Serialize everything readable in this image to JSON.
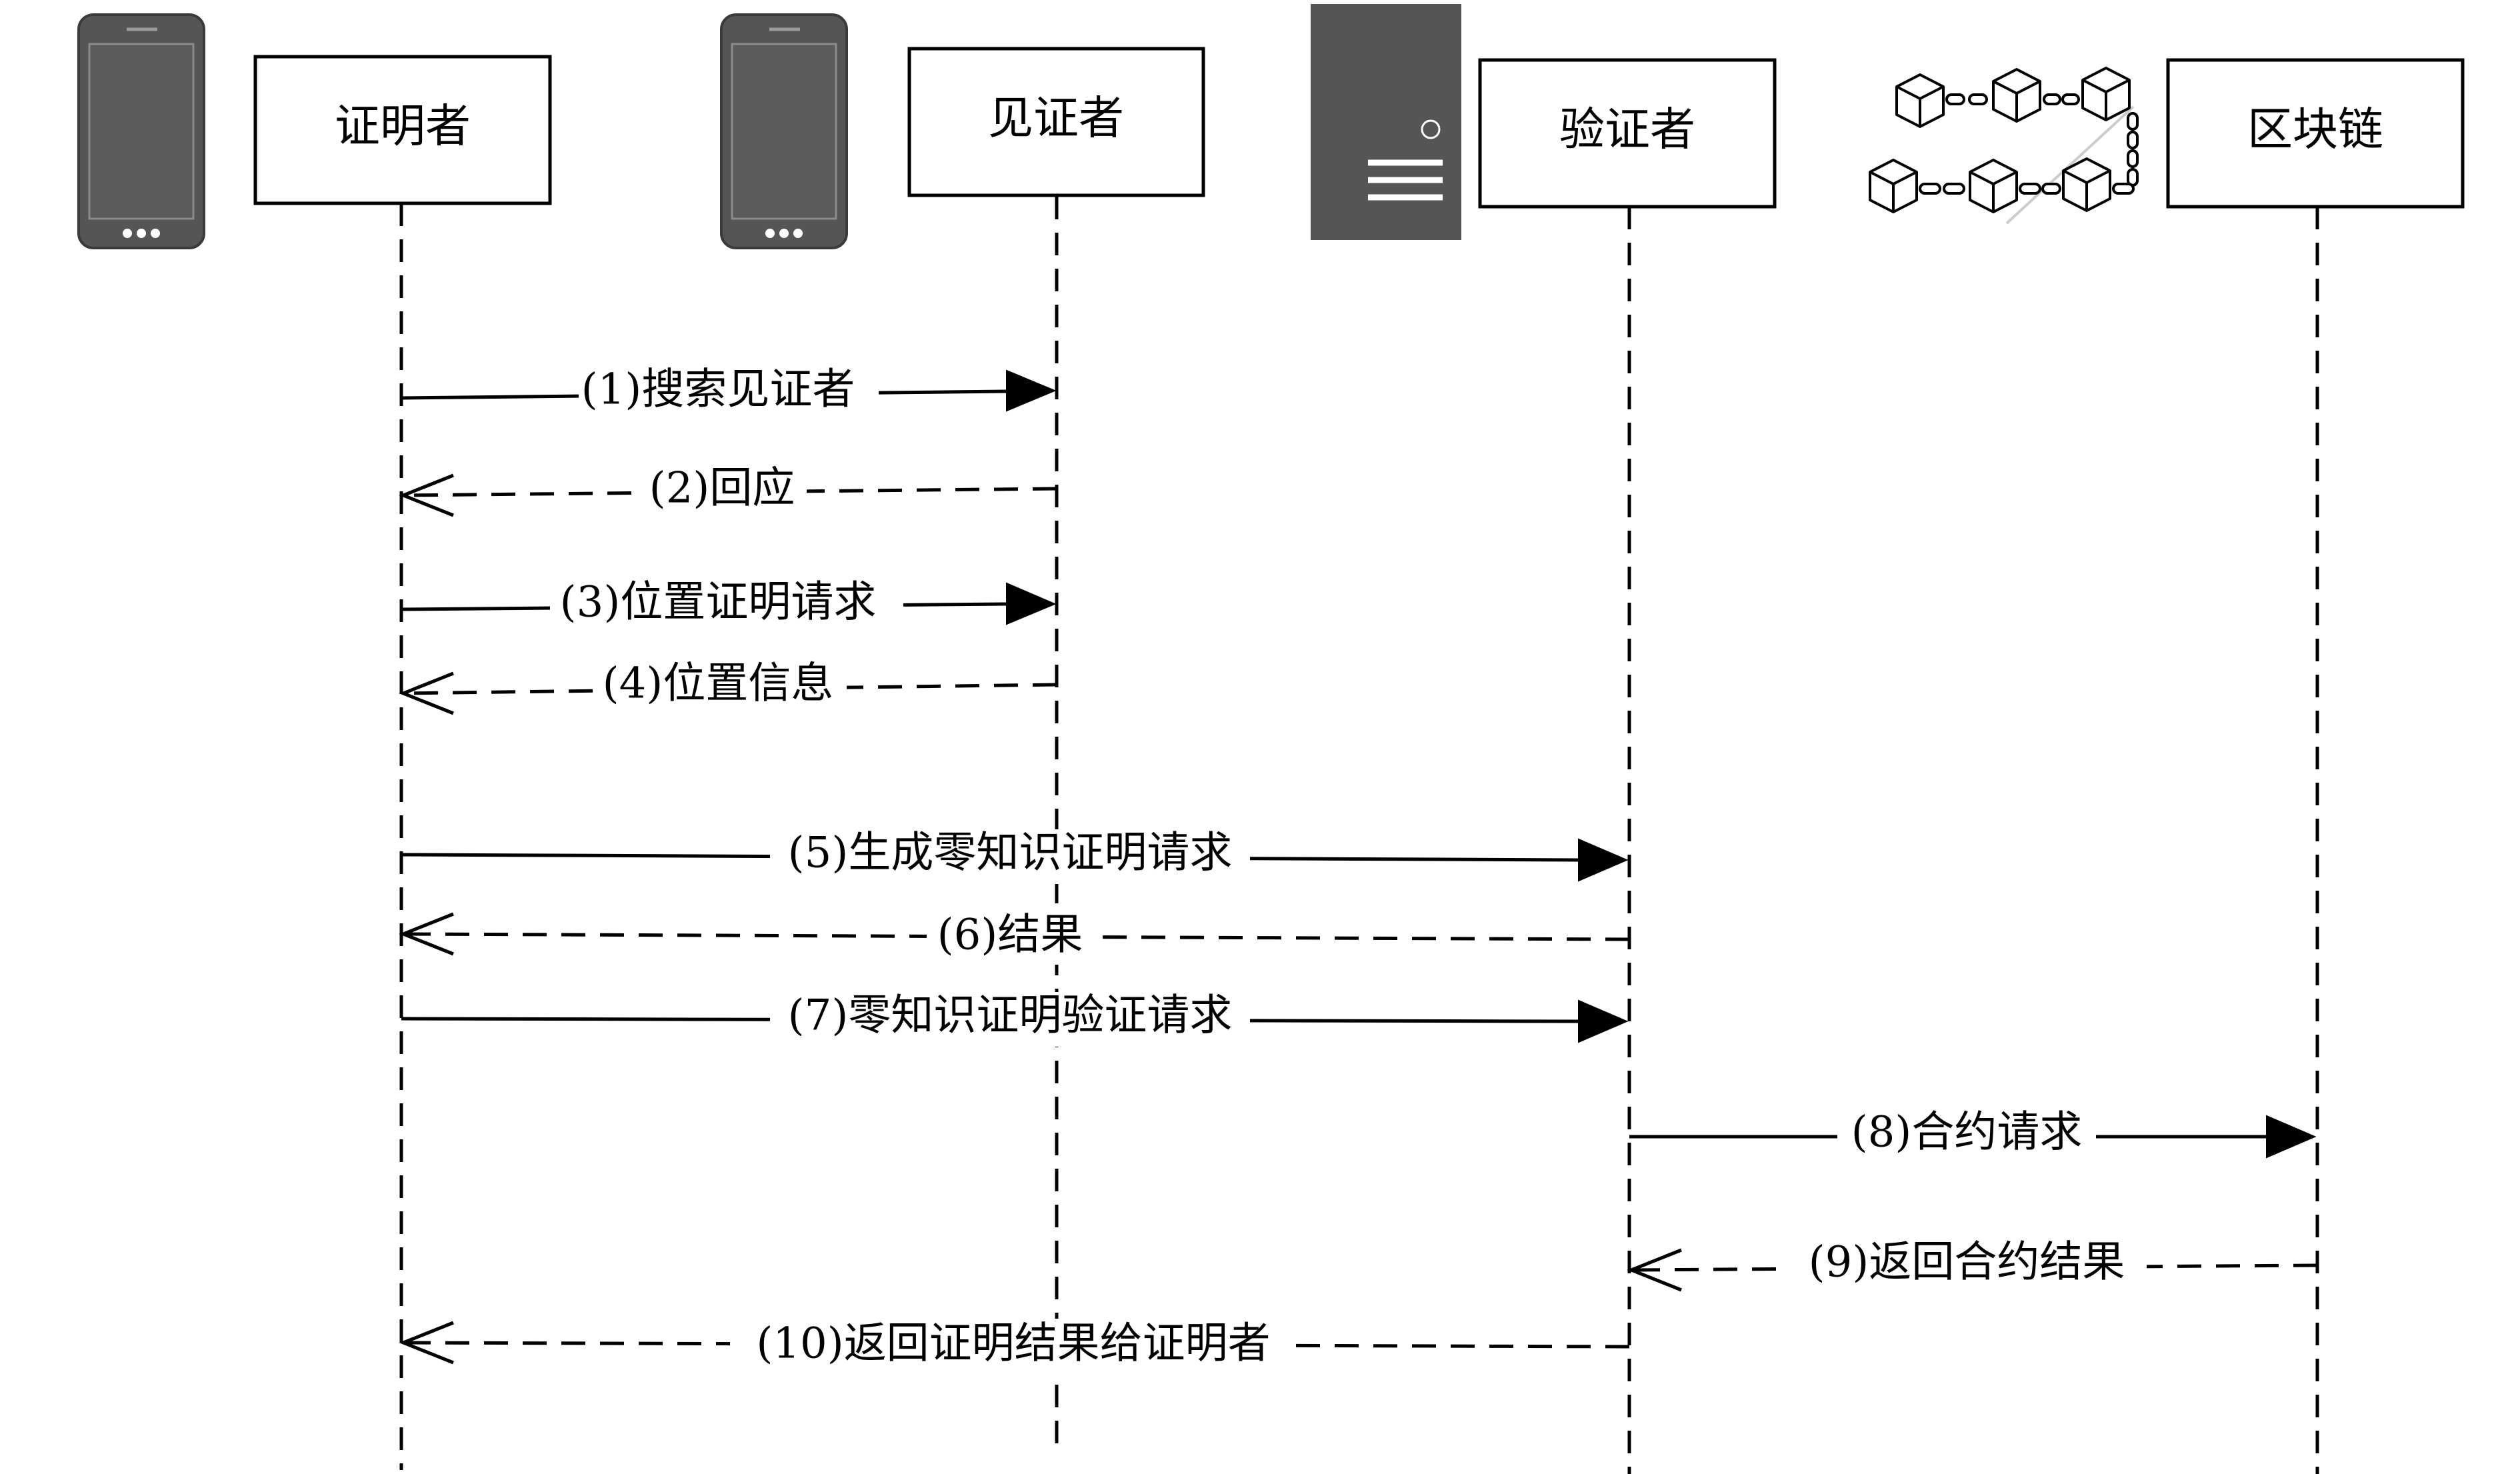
{
  "actors": [
    {
      "id": "prover",
      "label": "证明者",
      "icon": "smartphone-icon"
    },
    {
      "id": "witness",
      "label": "见证者",
      "icon": "smartphone-icon"
    },
    {
      "id": "verifier",
      "label": "验证者",
      "icon": "server-icon"
    },
    {
      "id": "blockchain",
      "label": "区块链",
      "icon": "blockchain-icon"
    }
  ],
  "messages": [
    {
      "from": "prover",
      "to": "witness",
      "style": "solid",
      "label": "(1)搜索见证者"
    },
    {
      "from": "witness",
      "to": "prover",
      "style": "dashed",
      "label": "(2)回应"
    },
    {
      "from": "prover",
      "to": "witness",
      "style": "solid",
      "label": "(3)位置证明请求"
    },
    {
      "from": "witness",
      "to": "prover",
      "style": "dashed",
      "label": "(4)位置信息"
    },
    {
      "from": "prover",
      "to": "verifier",
      "style": "solid",
      "label": "(5)生成零知识证明请求"
    },
    {
      "from": "verifier",
      "to": "prover",
      "style": "dashed",
      "label": "(6)结果"
    },
    {
      "from": "prover",
      "to": "verifier",
      "style": "solid",
      "label": "(7)零知识证明验证请求"
    },
    {
      "from": "verifier",
      "to": "blockchain",
      "style": "solid",
      "label": "(8)合约请求"
    },
    {
      "from": "blockchain",
      "to": "verifier",
      "style": "dashed",
      "label": "(9)返回合约结果"
    },
    {
      "from": "verifier",
      "to": "prover",
      "style": "dashed",
      "label": "(10)返回证明结果给证明者"
    }
  ]
}
